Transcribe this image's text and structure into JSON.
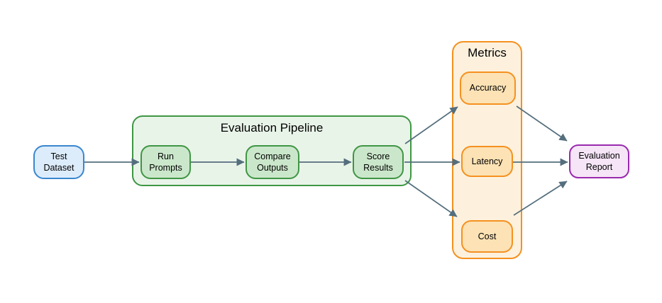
{
  "diagram": {
    "type": "flowchart",
    "containers": {
      "pipeline": {
        "title": "Evaluation Pipeline"
      },
      "metrics": {
        "title": "Metrics"
      }
    },
    "nodes": {
      "test_dataset": {
        "label": "Test Dataset"
      },
      "run_prompts": {
        "label": "Run Prompts"
      },
      "compare_outputs": {
        "label": "Compare Outputs"
      },
      "score_results": {
        "label": "Score Results"
      },
      "accuracy": {
        "label": "Accuracy"
      },
      "latency": {
        "label": "Latency"
      },
      "cost": {
        "label": "Cost"
      },
      "evaluation_report": {
        "label": "Evaluation Report"
      }
    },
    "edges": [
      {
        "from": "test_dataset",
        "to": "run_prompts"
      },
      {
        "from": "run_prompts",
        "to": "compare_outputs"
      },
      {
        "from": "compare_outputs",
        "to": "score_results"
      },
      {
        "from": "score_results",
        "to": "accuracy"
      },
      {
        "from": "score_results",
        "to": "latency"
      },
      {
        "from": "score_results",
        "to": "cost"
      },
      {
        "from": "accuracy",
        "to": "evaluation_report"
      },
      {
        "from": "latency",
        "to": "evaluation_report"
      },
      {
        "from": "cost",
        "to": "evaluation_report"
      }
    ]
  },
  "colors": {
    "background": "#ffffff",
    "text": "#000000",
    "edge": "#546e7d",
    "blue_fill": "#ddecfb",
    "blue_stroke": "#3a87cf",
    "green_container_fill": "#e9f4e9",
    "green_node_fill": "#cbe7cb",
    "green_stroke": "#3f9644",
    "orange_container_fill": "#fdf1dd",
    "orange_node_fill": "#fce2b4",
    "orange_stroke": "#f59120",
    "purple_fill": "#f5e5f7",
    "purple_stroke": "#9a29ae"
  }
}
